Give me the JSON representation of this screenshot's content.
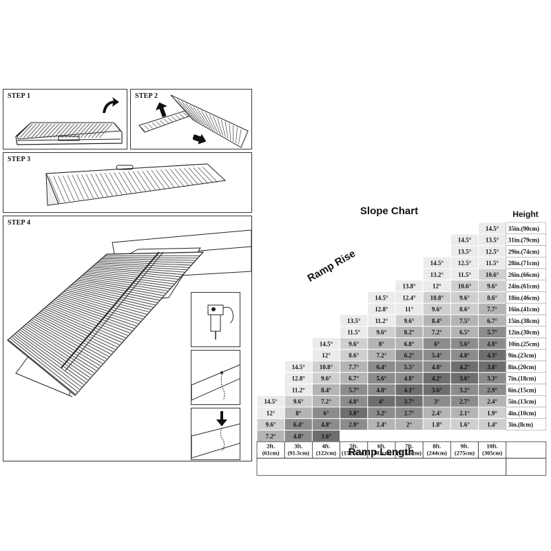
{
  "steps": [
    {
      "label": "STEP 1"
    },
    {
      "label": "STEP 2"
    },
    {
      "label": "STEP 3"
    },
    {
      "label": "STEP 4"
    }
  ],
  "chart_data": {
    "type": "table",
    "title": "Slope Chart",
    "row_header_title": "Height",
    "diagonal_label": "Ramp Rise",
    "column_axis_label": "Ramp Length",
    "columns": [
      {
        "line1": "2ft.",
        "line2": "(61cm)"
      },
      {
        "line1": "3ft.",
        "line2": "(91.5cm)"
      },
      {
        "line1": "4ft.",
        "line2": "(122cm)"
      },
      {
        "line1": "5ft.",
        "line2": "(152.5cm)"
      },
      {
        "line1": "6ft.",
        "line2": "(183cm)"
      },
      {
        "line1": "7ft.",
        "line2": "(213.5cm)"
      },
      {
        "line1": "8ft.",
        "line2": "(244cm)"
      },
      {
        "line1": "9ft.",
        "line2": "(275cm)"
      },
      {
        "line1": "10ft.",
        "line2": "(305cm)"
      }
    ],
    "rows": [
      {
        "height": "35in.(90cm)",
        "values": [
          null,
          null,
          null,
          null,
          null,
          null,
          null,
          null,
          "14.5°"
        ]
      },
      {
        "height": "31in.(79cm)",
        "values": [
          null,
          null,
          null,
          null,
          null,
          null,
          null,
          "14.5°",
          "13.5°"
        ]
      },
      {
        "height": "29in.(74cm)",
        "values": [
          null,
          null,
          null,
          null,
          null,
          null,
          null,
          "13.5°",
          "12.5°"
        ]
      },
      {
        "height": "28in.(71cm)",
        "values": [
          null,
          null,
          null,
          null,
          null,
          null,
          "14.5°",
          "12.5°",
          "11.5°"
        ]
      },
      {
        "height": "26in.(66cm)",
        "values": [
          null,
          null,
          null,
          null,
          null,
          null,
          "13.2°",
          "11.5°",
          "10.6°"
        ]
      },
      {
        "height": "24in.(61cm)",
        "values": [
          null,
          null,
          null,
          null,
          null,
          "13.8°",
          "12°",
          "10.6°",
          "9.6°"
        ]
      },
      {
        "height": "18in.(46cm)",
        "values": [
          null,
          null,
          null,
          null,
          "14.5°",
          "12.4°",
          "10.8°",
          "9.6°",
          "8.6°"
        ]
      },
      {
        "height": "16in.(41cm)",
        "values": [
          null,
          null,
          null,
          null,
          "12.8°",
          "11°",
          "9.6°",
          "8.6°",
          "7.7°"
        ]
      },
      {
        "height": "15in.(38cm)",
        "values": [
          null,
          null,
          null,
          "13.5°",
          "11.2°",
          "9.6°",
          "8.4°",
          "7.5°",
          "6.7°"
        ]
      },
      {
        "height": "12in.(30cm)",
        "values": [
          null,
          null,
          null,
          "11.5°",
          "9.6°",
          "8.2°",
          "7.2°",
          "6.5°",
          "5.7°"
        ]
      },
      {
        "height": "10in.(25cm)",
        "values": [
          null,
          null,
          "14.5°",
          "9.6°",
          "8°",
          "6.8°",
          "6°",
          "5.6°",
          "4.8°"
        ]
      },
      {
        "height": "9in.(23cm)",
        "values": [
          null,
          null,
          "12°",
          "8.6°",
          "7.2°",
          "6.2°",
          "5.4°",
          "4.8°",
          "4.3°"
        ]
      },
      {
        "height": "8in.(20cm)",
        "values": [
          null,
          "14.5°",
          "10.8°",
          "7.7°",
          "6.4°",
          "5.5°",
          "4.8°",
          "4.2°",
          "3.8°"
        ]
      },
      {
        "height": "7in.(18cm)",
        "values": [
          null,
          "12.8°",
          "9.6°",
          "6.7°",
          "5.6°",
          "4.8°",
          "4.2°",
          "3.6°",
          "3.3°"
        ]
      },
      {
        "height": "6in.(15cm)",
        "values": [
          null,
          "11.2°",
          "8.4°",
          "5.7°",
          "4.8°",
          "4.1°",
          "3.6°",
          "3.2°",
          "2.9°"
        ]
      },
      {
        "height": "5in.(13cm)",
        "values": [
          "14.5°",
          "9.6°",
          "7.2°",
          "4.8°",
          "4°",
          "3.7°",
          "3°",
          "2.7°",
          "2.4°"
        ]
      },
      {
        "height": "4in.(10cm)",
        "values": [
          "12°",
          "8°",
          "6°",
          "3.8°",
          "3.2°",
          "2.7°",
          "2.4°",
          "2.1°",
          "1.9°"
        ]
      },
      {
        "height": "3in.(8cm)",
        "values": [
          "9.6°",
          "6.4°",
          "4.8°",
          "2.9°",
          "2.4°",
          "2°",
          "1.8°",
          "1.6°",
          "1.4°"
        ]
      },
      {
        "height": "",
        "values": [
          "7.2°",
          "4.8°",
          "3.6°",
          null,
          null,
          null,
          null,
          null,
          null
        ]
      }
    ],
    "shade_colors": {
      "light": "#ebebeb",
      "mid_light": "#cfcfcf",
      "mid": "#b4b4b4",
      "dark": "#8c8c8c",
      "darkest": "#6e6e6e"
    }
  }
}
